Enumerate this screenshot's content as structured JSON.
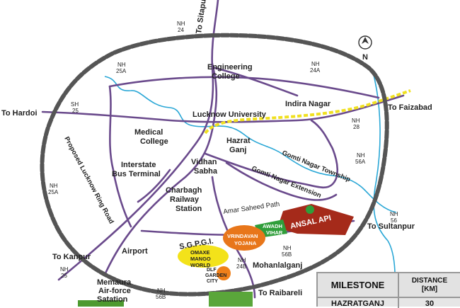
{
  "places": {
    "engineering_college": [
      "Engineering",
      "College"
    ],
    "indira_nagar": "Indira Nagar",
    "lucknow_university": "Lucknow University",
    "medical_college": [
      "Medical",
      "College"
    ],
    "hazrat_ganj": [
      "Hazrat",
      "Ganj"
    ],
    "interstate_bus": [
      "Interstate",
      "Bus Terminal"
    ],
    "vidhan_sabha": [
      "Vidhan",
      "Sabha"
    ],
    "charbagh": [
      "Charbagh",
      "Railway",
      "Station"
    ],
    "gomti_township": "Gomti Nagar Township",
    "gomti_extension": "Gomti Nagar Extension",
    "amar_saheed": "Amar Saheed Path",
    "ansal_api": "ANSAL API",
    "awadh_vihar": [
      "AWADH",
      "VIHAR"
    ],
    "vrindavan": [
      "VRINDAVAN",
      "YOJANA"
    ],
    "sgpgi": "S.G.P.G.I.",
    "omaxe": [
      "OMAXE",
      "MANGO",
      "WORLD"
    ],
    "dlf": [
      "DLF",
      "GARDEN",
      "CITY"
    ],
    "airport": "Airport",
    "mohanlalganj": "Mohanlalganj",
    "memaura": [
      "Memaura",
      "Air-force",
      "Satation"
    ],
    "ring_road": "Proposed Lucknow Ring Road"
  },
  "destinations": {
    "sitapur": "To Sitapur",
    "hardoi": "To Hardoi",
    "faizabad": "To Faizabad",
    "sultanpur": "To Sultanpur",
    "kanpur": "To Kanpur",
    "raibareli": "To Raibareli"
  },
  "highways": {
    "nh24": [
      "NH",
      "24"
    ],
    "nh25a_top": [
      "NH",
      "25A"
    ],
    "nh24a": [
      "NH",
      "24A"
    ],
    "sh25": [
      "SH",
      "25"
    ],
    "nh28": [
      "NH",
      "28"
    ],
    "nh56a": [
      "NH",
      "56A"
    ],
    "nh25a_left": [
      "NH",
      "25A"
    ],
    "nh56": [
      "NH",
      "56"
    ],
    "nh56b_mid": [
      "NH",
      "56B"
    ],
    "nh24b": [
      "NH",
      "24B"
    ],
    "nh25": [
      "NH",
      "25"
    ],
    "nh56b_bot": [
      "NH",
      "56B"
    ]
  },
  "north_arrow": "N",
  "table": {
    "headers": [
      "MILESTONE",
      "DISTANCE",
      "[KM]"
    ],
    "rows": [
      [
        "HAZRATGANJ",
        "30"
      ]
    ]
  },
  "colors": {
    "ring_road": "#555555",
    "main_roads": "#6a4a8c",
    "river": "#2aa7d6",
    "highway_yellow": "#f0e020",
    "ansal_api": "#a52a1a",
    "awadh_vihar": "#2f9e3a",
    "vrindavan": "#e8761a",
    "omaxe": "#f3e21a",
    "dlf": "#ef7f1a",
    "green_area": "#5aa63a"
  }
}
